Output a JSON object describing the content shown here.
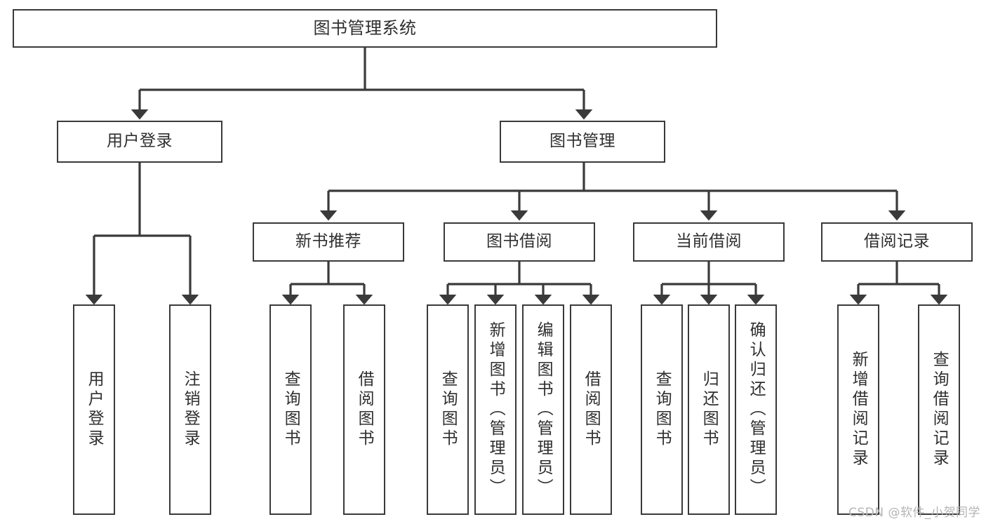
{
  "diagram": {
    "title": "图书管理系统",
    "type": "tree-hierarchy",
    "orientation": "top-down",
    "line_color": "#3a3a3a",
    "box_fill": "#ffffff",
    "text_color": "#2f2f2f",
    "background": "#ffffff"
  },
  "root": {
    "label": "图书管理系统"
  },
  "level1": [
    {
      "label": "用户登录"
    },
    {
      "label": "图书管理"
    }
  ],
  "level2": [
    {
      "label": "新书推荐"
    },
    {
      "label": "图书借阅"
    },
    {
      "label": "当前借阅"
    },
    {
      "label": "借阅记录"
    }
  ],
  "leaves": {
    "user_login": [
      {
        "label": "用户登录"
      },
      {
        "label": "注销登录"
      }
    ],
    "new_book_recommend": [
      {
        "label": "查询图书"
      },
      {
        "label": "借阅图书"
      }
    ],
    "book_borrow": [
      {
        "label": "查询图书"
      },
      {
        "label": "新增图书（管理员）"
      },
      {
        "label": "编辑图书（管理员）"
      },
      {
        "label": "借阅图书"
      }
    ],
    "current_borrow": [
      {
        "label": "查询图书"
      },
      {
        "label": "归还图书"
      },
      {
        "label": "确认归还（管理员）"
      }
    ],
    "borrow_record": [
      {
        "label": "新增借阅记录"
      },
      {
        "label": "查询借阅记录"
      }
    ]
  },
  "watermark": {
    "text": "CSDN @软件_小贺同学"
  }
}
